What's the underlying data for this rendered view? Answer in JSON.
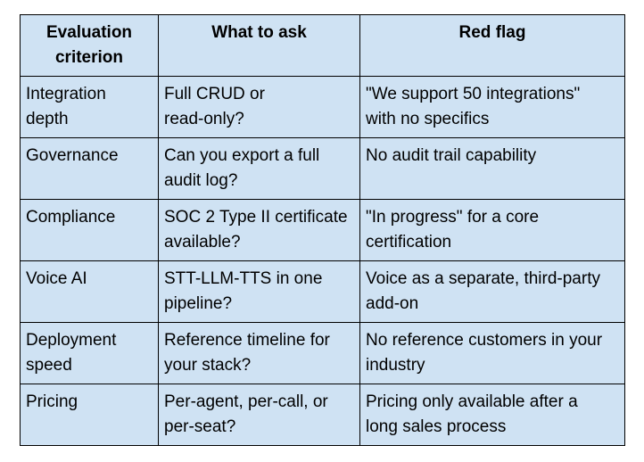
{
  "table": {
    "cell_background": "#cfe2f3",
    "border_color": "#000000",
    "text_color": "#000000",
    "headers": {
      "criterion": "Evaluation criterion",
      "ask": "What to ask",
      "red_flag": "Red flag"
    },
    "rows": [
      {
        "criterion": "Integration\ndepth",
        "ask": "Full CRUD or\nread-only?",
        "red_flag": "\"We support 50 integrations\"\nwith no specifics"
      },
      {
        "criterion": "Governance",
        "ask": "Can you export a full\naudit log?",
        "red_flag": "No audit trail capability"
      },
      {
        "criterion": "Compliance",
        "ask": "SOC 2 Type II certificate\navailable?",
        "red_flag": "\"In progress\" for a core\ncertification"
      },
      {
        "criterion": "Voice AI",
        "ask": "STT-LLM-TTS in one\npipeline?",
        "red_flag": "Voice as a separate, third-party\nadd-on"
      },
      {
        "criterion": "Deployment\nspeed",
        "ask": "Reference timeline for\nyour stack?",
        "red_flag": "No reference customers in your\nindustry"
      },
      {
        "criterion": "Pricing",
        "ask": "Per-agent, per-call, or\nper-seat?",
        "red_flag": "Pricing only available after a\nlong sales process"
      }
    ]
  }
}
